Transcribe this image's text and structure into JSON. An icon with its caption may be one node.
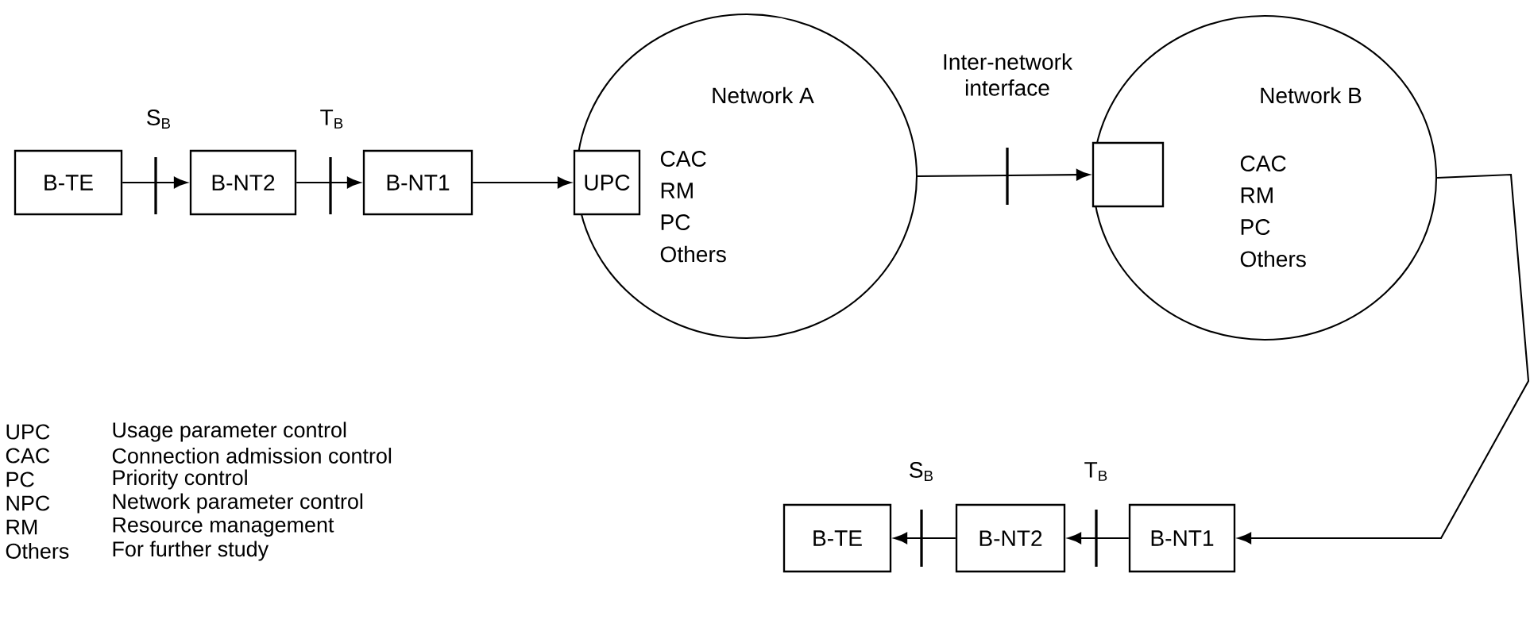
{
  "diagram": {
    "nodes": [
      {
        "text": [
          "B-TE"
        ]
      },
      {
        "text": [
          "B-NT2"
        ]
      },
      {
        "text": [
          "B-NT1"
        ]
      },
      {
        "text": [
          "Network A",
          "CAC",
          "RM",
          "PC",
          "Others"
        ]
      },
      {
        "text": [
          "UPC"
        ],
        "in": 3
      },
      {
        "text": [
          "Network B",
          "CAC",
          "RM",
          "PC",
          "Others"
        ]
      },
      {
        "text": [],
        "shape": "box",
        "in": 5
      },
      {
        "text": [
          "B-TE"
        ]
      },
      {
        "text": [
          "B-NT2"
        ]
      },
      {
        "text": [
          "B-NT1"
        ]
      }
    ],
    "edges": [
      {
        "from": 0,
        "to": 1,
        "arrow": "to"
      },
      {
        "from": 1,
        "to": 2,
        "arrow": "to"
      },
      {
        "from": 2,
        "to": 4,
        "arrow": "to"
      },
      {
        "from": 3,
        "to": 6,
        "arrow": "to",
        "label": "Inter-network interface"
      },
      {
        "from": 5,
        "to": 9,
        "arrow": "to"
      },
      {
        "from": 9,
        "to": 8,
        "arrow": "to"
      },
      {
        "from": 8,
        "to": 7,
        "arrow": "to"
      }
    ],
    "labels": [
      "S$_{B}$",
      "T$_{B}$",
      "UPC",
      "Usage parameter control",
      "CAC",
      "Connection admission control",
      "PC",
      "Priority control",
      "NPC",
      "Network parameter control",
      "RM",
      "Resource management",
      "Others",
      "For further study",
      "S$_{B}$",
      "T$_{B}$"
    ]
  }
}
